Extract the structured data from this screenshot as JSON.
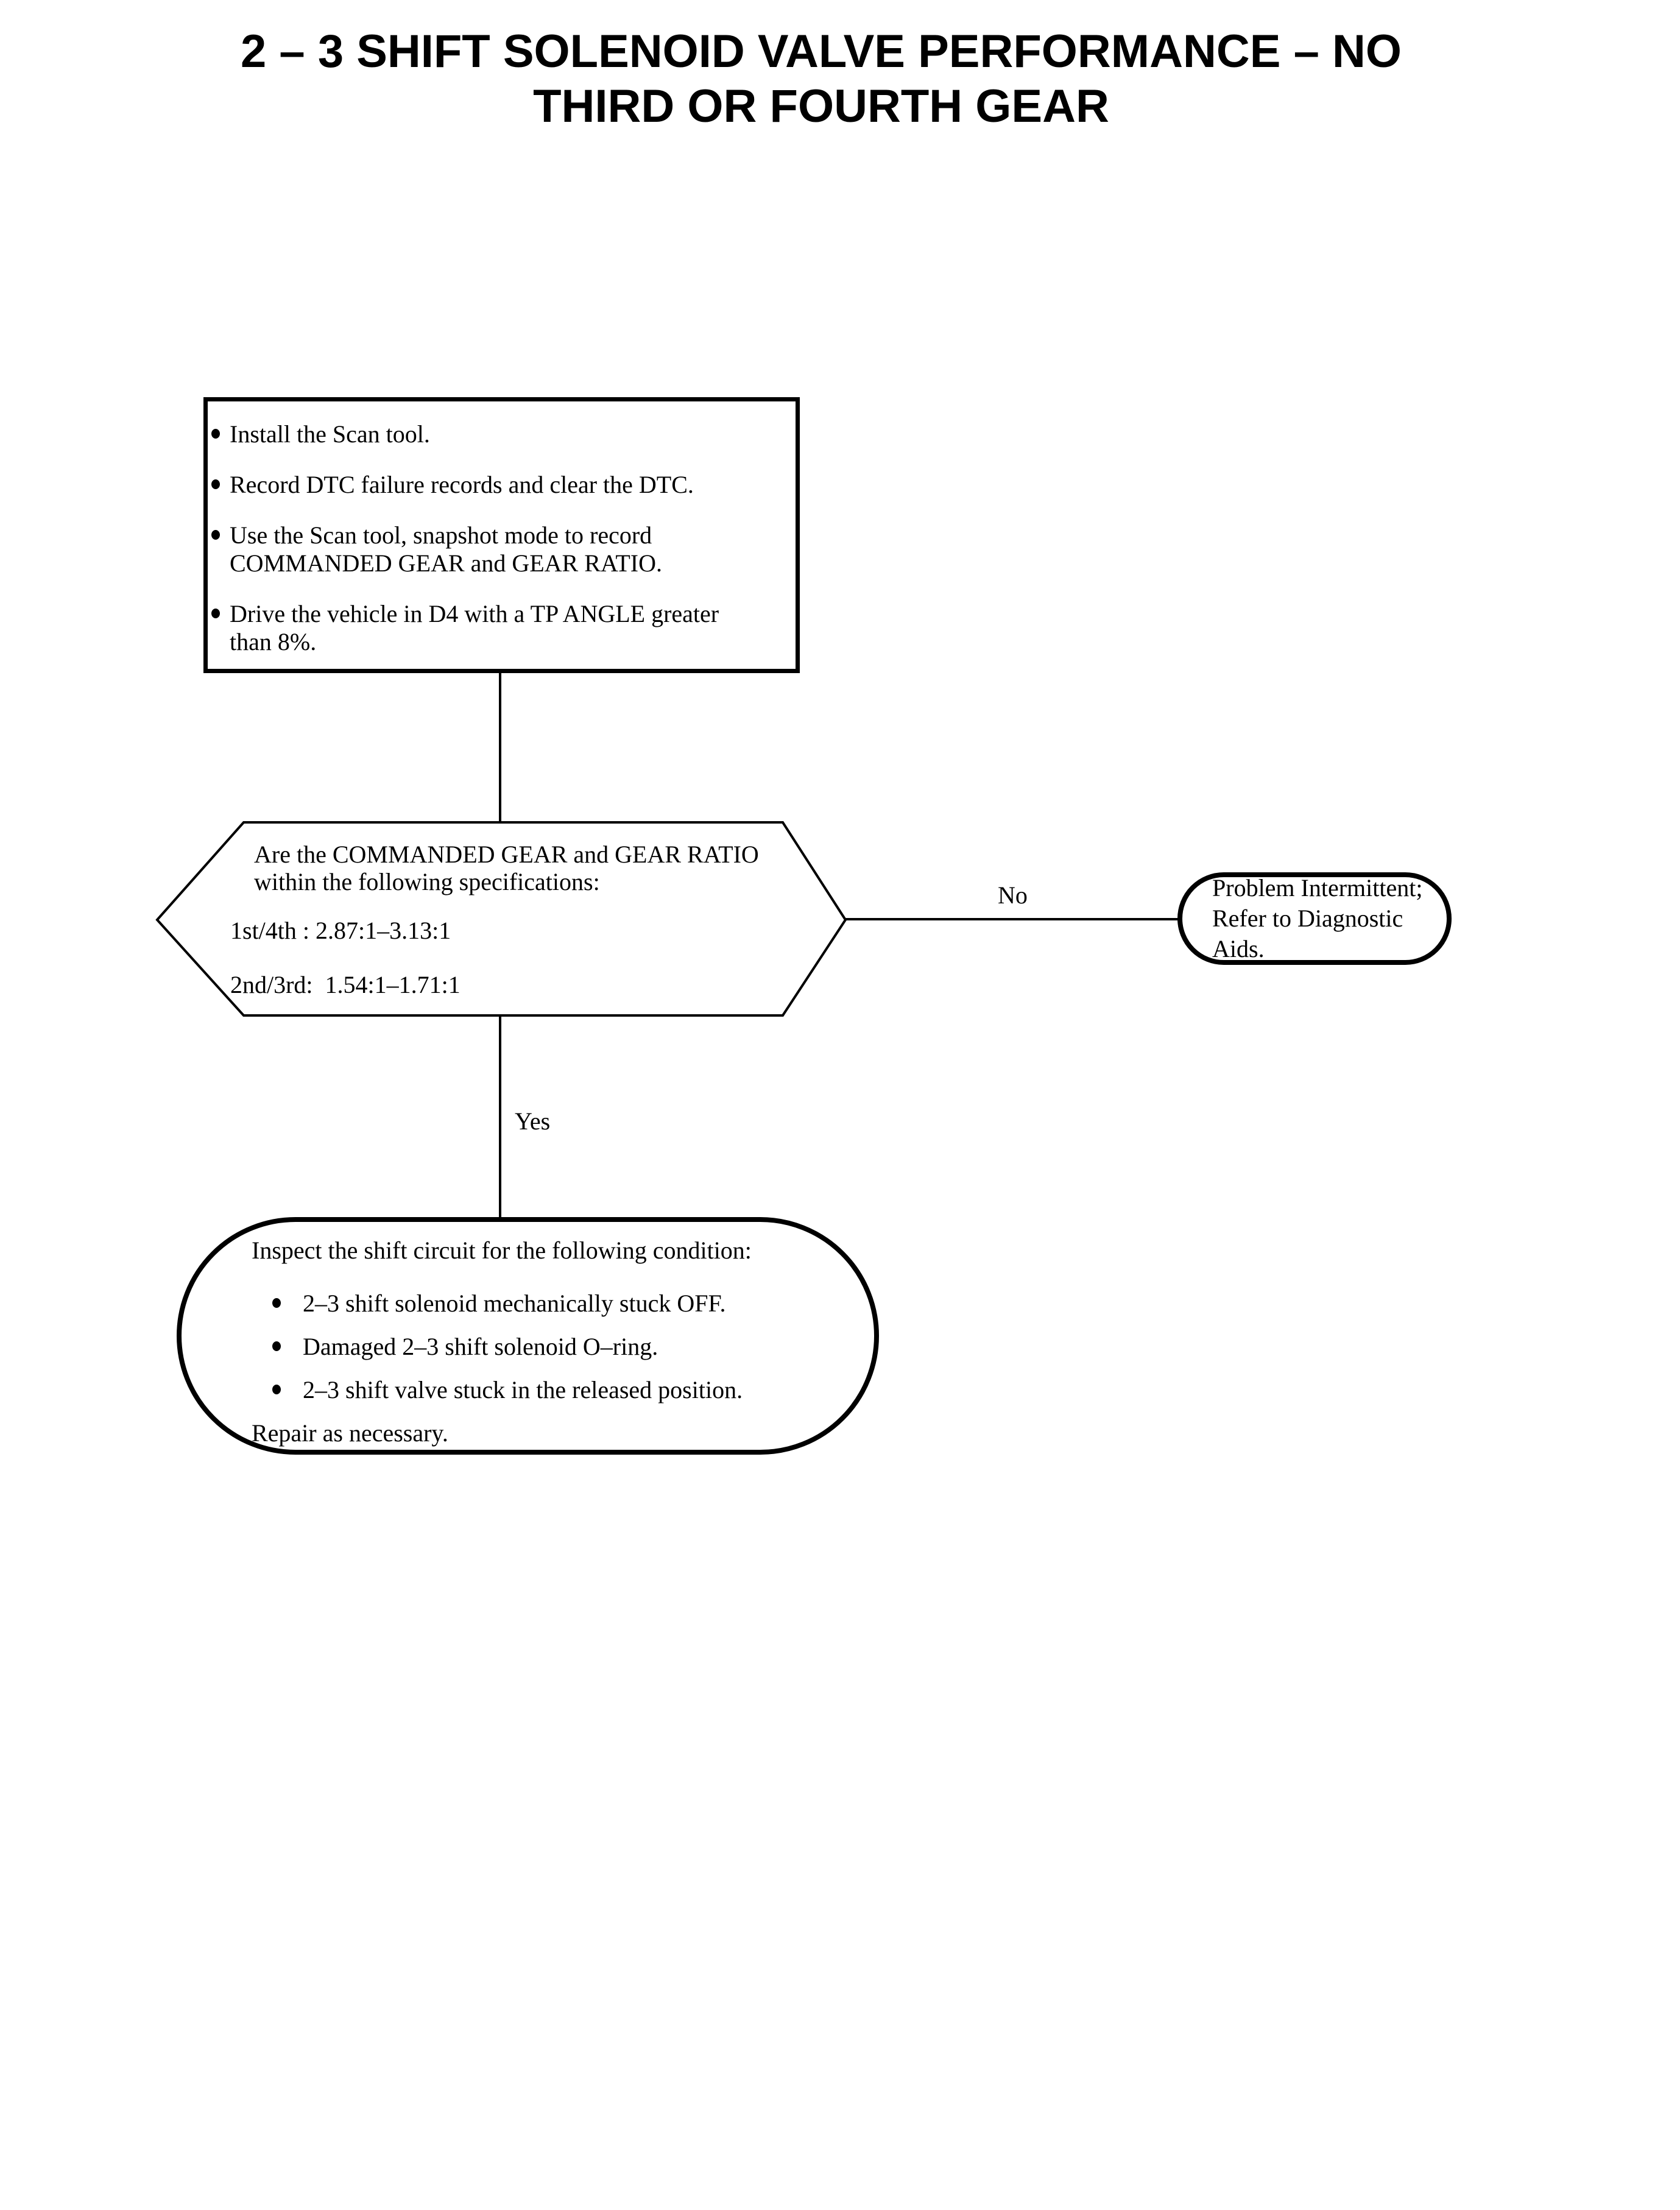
{
  "page": {
    "background_color": "#ffffff",
    "ink_color": "#000000",
    "title": {
      "line1": "2 – 3 SHIFT SOLENOID VALVE PERFORMANCE – NO",
      "line2": "THIRD OR FOURTH GEAR"
    }
  },
  "flowchart": {
    "step1_box": {
      "bullet1": "Install the Scan tool.",
      "bullet2": "Record DTC failure records and clear the DTC.",
      "bullet3_line1": "Use the Scan tool, snapshot mode to record",
      "bullet3_line2": "COMMANDED GEAR and GEAR RATIO.",
      "bullet4_line1": "Drive the vehicle in D4 with a TP ANGLE greater",
      "bullet4_line2": "than 8%."
    },
    "decision": {
      "question_line1": "Are the COMMANDED GEAR and GEAR RATIO",
      "question_line2": "within the following specifications:",
      "spec_1st_4th": "1st/4th : 2.87:1–3.13:1",
      "spec_2nd_3rd": "2nd/3rd:  1.54:1–1.71:1"
    },
    "branches": {
      "no_label": "No",
      "yes_label": "Yes"
    },
    "no_result": {
      "line1": "Problem Intermittent;",
      "line2": "Refer to Diagnostic Aids."
    },
    "yes_result": {
      "intro": "Inspect the shift circuit for the following condition:",
      "bullet1": "2–3 shift solenoid mechanically stuck OFF.",
      "bullet2": "Damaged 2–3 shift solenoid O–ring.",
      "bullet3": "2–3 shift valve stuck in the released position.",
      "footer": "Repair as necessary."
    }
  }
}
